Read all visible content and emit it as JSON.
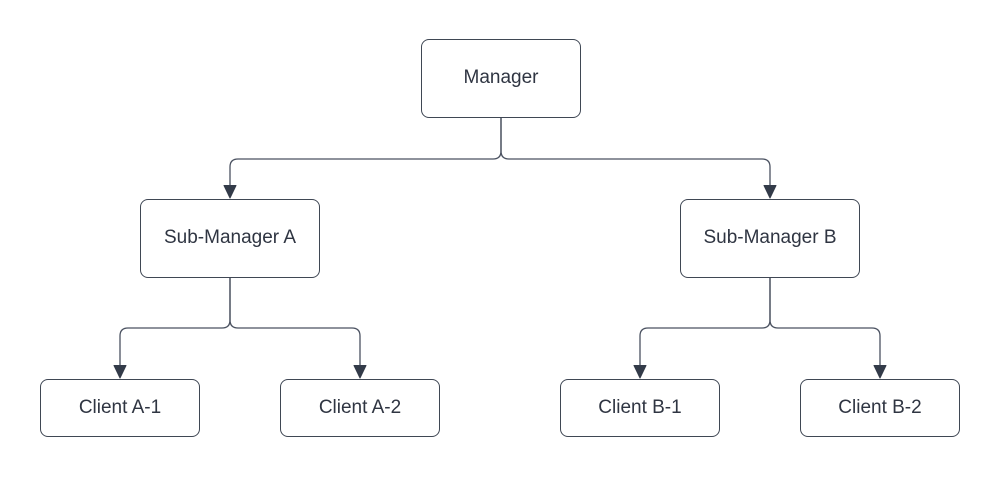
{
  "diagram": {
    "type": "org-chart",
    "colors": {
      "background": "#ffffff",
      "node_fill": "#ffffff",
      "node_border": "#3f4754",
      "text": "#2f3542",
      "connector_line": "#4a5160",
      "arrowhead_fill": "#333b49"
    },
    "nodes": [
      {
        "id": "manager",
        "label": "Manager",
        "level": 1
      },
      {
        "id": "sub-manager-a",
        "label": "Sub-Manager A",
        "level": 2
      },
      {
        "id": "sub-manager-b",
        "label": "Sub-Manager B",
        "level": 2
      },
      {
        "id": "client-a1",
        "label": "Client A-1",
        "level": 3
      },
      {
        "id": "client-a2",
        "label": "Client A-2",
        "level": 3
      },
      {
        "id": "client-b1",
        "label": "Client B-1",
        "level": 3
      },
      {
        "id": "client-b2",
        "label": "Client B-2",
        "level": 3
      }
    ],
    "edges": [
      {
        "from": "Manager",
        "to": "Sub-Manager A"
      },
      {
        "from": "Manager",
        "to": "Sub-Manager B"
      },
      {
        "from": "Sub-Manager A",
        "to": "Client A-1"
      },
      {
        "from": "Sub-Manager A",
        "to": "Client A-2"
      },
      {
        "from": "Sub-Manager B",
        "to": "Client B-1"
      },
      {
        "from": "Sub-Manager B",
        "to": "Client B-2"
      }
    ]
  }
}
